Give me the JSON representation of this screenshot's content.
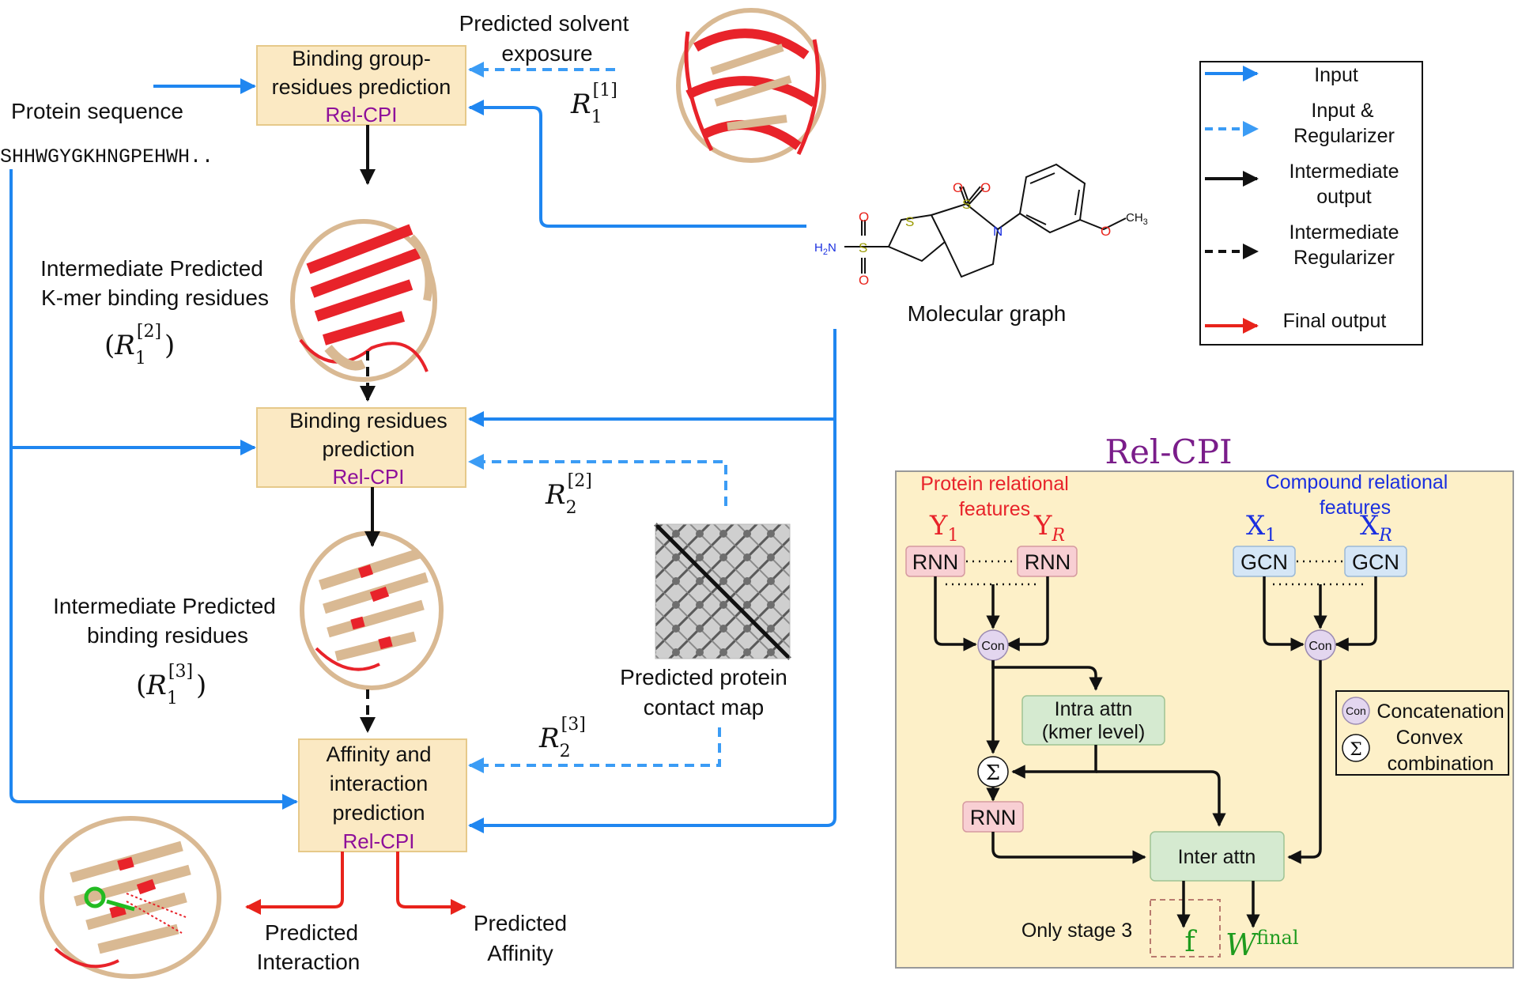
{
  "colors": {
    "input": "#1f86f0",
    "regularizer": "#3b9cf5",
    "intermediate": "#111111",
    "final": "#e8231b",
    "stage_box_fill": "#fbe9c3",
    "stage_box_stroke": "#e6c98a",
    "relcpi_label": "#8e0f9a",
    "panel_fill": "#fdf0c8",
    "protein_red": "#e8232a",
    "compound_blue": "#1a2fe0",
    "rnn_fill": "#f8cfd3",
    "gcn_fill": "#d5e6f6",
    "attn_fill": "#d5ead0",
    "con_fill": "#e3d6ef",
    "output_green": "#1e9b1e",
    "dashed_box": "#b97a6f",
    "ribbon_tan": "#d9b993"
  },
  "inputs": {
    "protein_label": "Protein sequence",
    "protein_sequence": "SHHWGYGKHNGPEHWH..",
    "molecular_graph_label": "Molecular graph"
  },
  "stages": {
    "stage1": {
      "line1": "Binding group-",
      "line2": "residues prediction",
      "model": "Rel-CPI"
    },
    "stage2": {
      "line1": "Binding residues",
      "line2": "prediction",
      "model": "Rel-CPI"
    },
    "stage3": {
      "line1": "Affinity and",
      "line2": "interaction",
      "line3": "prediction",
      "model": "Rel-CPI"
    }
  },
  "regularizers": {
    "solvent_line1": "Predicted solvent",
    "solvent_line2": "exposure",
    "contact_line1": "Predicted protein",
    "contact_line2": "contact map",
    "r11": {
      "base": "R",
      "sub": "1",
      "sup": "[1]"
    },
    "r22": {
      "base": "R",
      "sub": "2",
      "sup": "[2]"
    },
    "r23": {
      "base": "R",
      "sub": "2",
      "sup": "[3]"
    }
  },
  "intermediates": {
    "kmer_line1": "Intermediate Predicted",
    "kmer_line2": "K-mer binding residues",
    "r12": {
      "base": "R",
      "sub": "1",
      "sup": "[2]"
    },
    "binding_line1": "Intermediate Predicted",
    "binding_line2": "binding residues",
    "r13": {
      "base": "R",
      "sub": "1",
      "sup": "[3]"
    }
  },
  "outputs": {
    "interaction_line1": "Predicted",
    "interaction_line2": "Interaction",
    "affinity_line1": "Predicted",
    "affinity_line2": "Affinity"
  },
  "legend": {
    "input": "Input",
    "input_regularizer_line1": "Input  &",
    "input_regularizer_line2": "Regularizer",
    "intermediate_output_line1": "Intermediate",
    "intermediate_output_line2": "output",
    "intermediate_regularizer_line1": "Intermediate",
    "intermediate_regularizer_line2": "Regularizer",
    "final_output": "Final output"
  },
  "relcpi": {
    "title": "Rel-CPI",
    "protein_features_line1": "Protein relational",
    "protein_features_line2": "features",
    "compound_features_line1": "Compound relational",
    "compound_features_line2": "features",
    "y1": {
      "base": "Y",
      "sub": "1"
    },
    "yr": {
      "base": "Y",
      "sub": "R"
    },
    "x1": {
      "base": "X",
      "sub": "1"
    },
    "xr": {
      "base": "X",
      "sub": "R"
    },
    "rnn": "RNN",
    "gcn": "GCN",
    "con": "Con",
    "sigma": "Σ",
    "intra_attn_line1": "Intra attn",
    "intra_attn_line2": "(kmer level)",
    "inter_attn": "Inter attn",
    "only_stage": "Only stage 3",
    "f": "f",
    "w": {
      "base": "W",
      "sup": "final"
    },
    "legend_concat": "Concatenation",
    "legend_convex_line1": "Convex",
    "legend_convex_line2": "combination"
  },
  "molecule": {
    "s1": "S",
    "s2": "S",
    "o1": "O",
    "o2": "O",
    "o3": "O",
    "o4": "O",
    "o5": "O",
    "n": "N",
    "nh2": "H",
    "nh2_sub": "2",
    "nh2_n": "N",
    "ch3": "CH",
    "ch3_sub": "3"
  }
}
